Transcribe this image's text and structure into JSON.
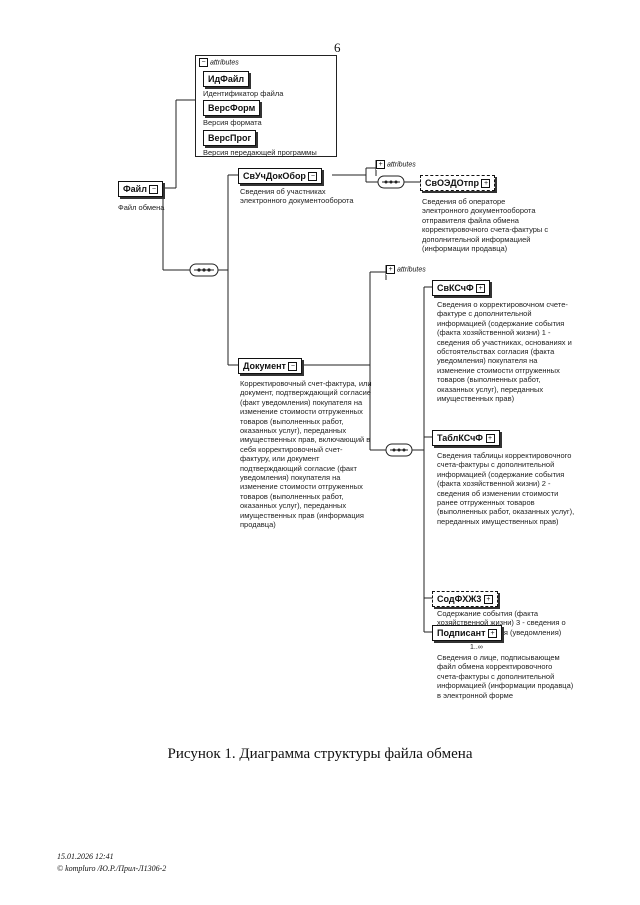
{
  "page_number": "6",
  "root": {
    "label": "Файл",
    "desc": "Файл обмена"
  },
  "attributes_label": "attributes",
  "attributes": [
    {
      "label": "ИдФайл",
      "desc": "Идентификатор файла"
    },
    {
      "label": "ВерсФорм",
      "desc": "Версия формата"
    },
    {
      "label": "ВерсПрог",
      "desc": "Версия передающей программы"
    }
  ],
  "sv_uch": {
    "label": "СвУчДокОбор",
    "desc": "Сведения об участниках электронного документооборота",
    "child": {
      "label": "СвОЭДОтпр",
      "desc": "Сведения об операторе электронного документооборота отправителя файла обмена корректировочного счета-фактуры с дополнительной информацией (информации продавца)"
    }
  },
  "dokument": {
    "label": "Документ",
    "desc": "Корректировочный счет-фактура, или документ, подтверждающий согласие (факт уведомления) покупателя на изменение стоимости отгруженных товаров (выполненных работ, оказанных услуг), переданных имущественных прав, включающий в себя корректировочный счет-фактуру, или документ подтверждающий согласие (факт уведомления) покупателя на изменение стоимости отгруженных товаров (выполненных работ, оказанных услуг), переданных имущественных прав (информация продавца)"
  },
  "children": [
    {
      "label": "СвКСчФ",
      "desc": "Сведения о корректировочном счете-фактуре с дополнительной информацией (содержание события (факта хозяйственной жизни) 1 - сведения об участниках, основаниях и обстоятельствах согласия (факта уведомления) покупателя на изменение стоимости отгруженных товаров (выполненных работ, оказанных услуг), переданных имущественных прав)"
    },
    {
      "label": "ТаблКСчФ",
      "desc": "Сведения таблицы корректировочного счета-фактуры с дополнительной информацией (содержание события (факта хозяйственной жизни) 2 - сведения об изменении стоимости ранее отгруженных товаров (выполненных работ, оказанных услуг), переданных имущественных прав)"
    },
    {
      "label": "СодФХЖ3",
      "desc": "Содержание события (факта хозяйственной жизни) 3 - сведения о факте согласования (уведомления)"
    },
    {
      "label": "Подписант",
      "cardinality": "1..∞",
      "desc": "Сведения о лице, подписывающем файл обмена корректировочного счета-фактуры с дополнительной информацией (информации продавца) в электронной форме"
    }
  ],
  "caption": "Рисунок 1. Диаграмма структуры файла обмена",
  "footer": {
    "timestamp": "15.01.2026 12:41",
    "path": "© kompluro /Ю.Р./Прил-Л1306-2"
  }
}
